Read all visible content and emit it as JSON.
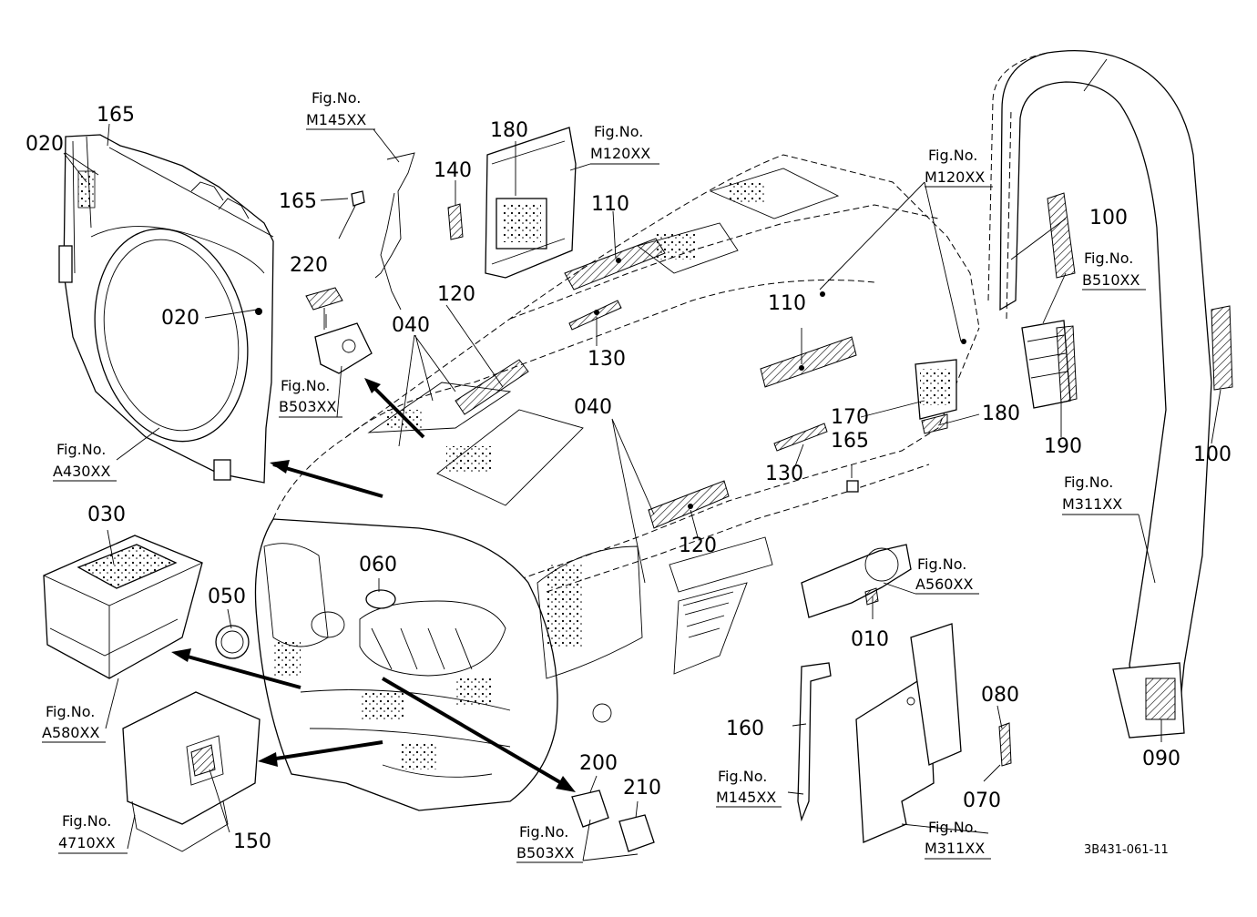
{
  "diagram": {
    "sheet_id": "3B431-061-11",
    "fig_prefix": "Fig.No.",
    "callouts": [
      {
        "id": "c165a",
        "text": "165"
      },
      {
        "id": "c020a",
        "text": "020"
      },
      {
        "id": "c020b",
        "text": "020"
      },
      {
        "id": "c165b",
        "text": "165"
      },
      {
        "id": "c220",
        "text": "220"
      },
      {
        "id": "c040a",
        "text": "040"
      },
      {
        "id": "c120a",
        "text": "120"
      },
      {
        "id": "c130a",
        "text": "130"
      },
      {
        "id": "c180a",
        "text": "180"
      },
      {
        "id": "c140",
        "text": "140"
      },
      {
        "id": "c110a",
        "text": "110"
      },
      {
        "id": "c110b",
        "text": "110"
      },
      {
        "id": "c040b",
        "text": "040"
      },
      {
        "id": "c120b",
        "text": "120"
      },
      {
        "id": "c130b",
        "text": "130"
      },
      {
        "id": "c170",
        "text": "170"
      },
      {
        "id": "c165c",
        "text": "165"
      },
      {
        "id": "c180b",
        "text": "180"
      },
      {
        "id": "c100a",
        "text": "100"
      },
      {
        "id": "c190",
        "text": "190"
      },
      {
        "id": "c100b",
        "text": "100"
      },
      {
        "id": "c090",
        "text": "090"
      },
      {
        "id": "c030",
        "text": "030"
      },
      {
        "id": "c050",
        "text": "050"
      },
      {
        "id": "c060",
        "text": "060"
      },
      {
        "id": "c150",
        "text": "150"
      },
      {
        "id": "c200",
        "text": "200"
      },
      {
        "id": "c210",
        "text": "210"
      },
      {
        "id": "c010",
        "text": "010"
      },
      {
        "id": "c160",
        "text": "160"
      },
      {
        "id": "c080",
        "text": "080"
      },
      {
        "id": "c070",
        "text": "070"
      }
    ],
    "fig_refs": [
      {
        "id": "f1",
        "code": "M145XX"
      },
      {
        "id": "f2",
        "code": "M120XX"
      },
      {
        "id": "f3",
        "code": "M120XX"
      },
      {
        "id": "f4",
        "code": "B510XX"
      },
      {
        "id": "f5",
        "code": "B503XX"
      },
      {
        "id": "f6",
        "code": "A430XX"
      },
      {
        "id": "f7",
        "code": "M311XX"
      },
      {
        "id": "f8",
        "code": "A560XX"
      },
      {
        "id": "f9",
        "code": "A580XX"
      },
      {
        "id": "f10",
        "code": "M145XX"
      },
      {
        "id": "f11",
        "code": "4710XX"
      },
      {
        "id": "f12",
        "code": "B503XX"
      },
      {
        "id": "f13",
        "code": "M311XX"
      }
    ]
  }
}
